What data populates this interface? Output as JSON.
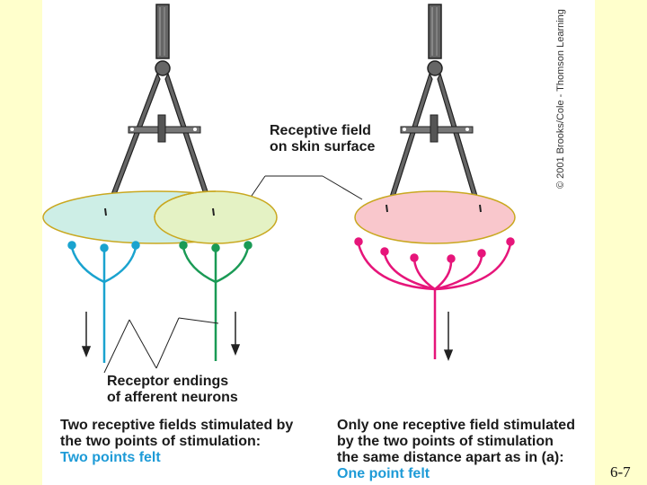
{
  "labels": {
    "receptive_field": [
      "Receptive field",
      "on skin surface"
    ],
    "receptor_endings": [
      "Receptor endings",
      "of afferent neurons"
    ],
    "left_caption": [
      "Two receptive fields stimulated by",
      "the two points of stimulation:"
    ],
    "left_result": "Two points felt",
    "right_caption": [
      "Only one receptive field stimulated",
      "by the two points of stimulation",
      "the same distance apart as in (a):"
    ],
    "right_result": "One point felt"
  },
  "copyright": "© 2001 Brooks/Cole - Thomson Learning",
  "slide_number": "6-7",
  "colors": {
    "background": "#ffffcc",
    "left_field_fill": "#cdeee6",
    "middle_field_fill": "#e4f2c4",
    "right_field_fill": "#f9c7cc",
    "left_neuron": "#1aa3cf",
    "middle_neuron": "#1a9a55",
    "right_neuron": "#e6157a",
    "caliper": "#555555",
    "result_text": "#1e9bd7"
  }
}
